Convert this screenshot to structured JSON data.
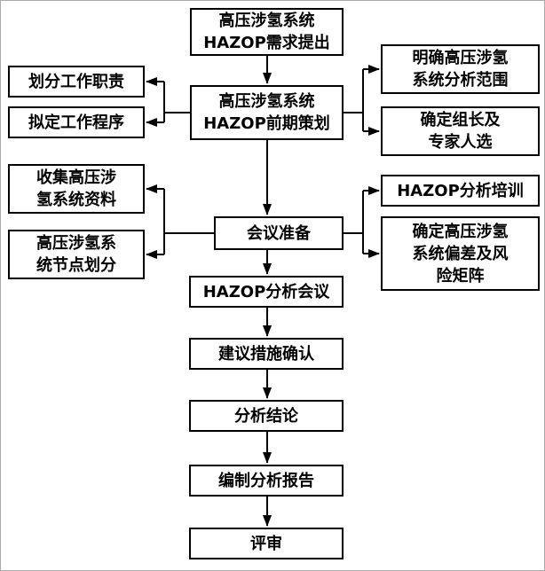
{
  "diagram_title": "HAZOP analysis workflow flowchart",
  "nodes": {
    "c1": {
      "label": "高压涉氢系统\nHAZOP需求提出"
    },
    "c2": {
      "label": "高压涉氢系统\nHAZOP前期策划"
    },
    "c3": {
      "label": "会议准备"
    },
    "c4": {
      "label": "HAZOP分析会议"
    },
    "c5": {
      "label": "建议措施确认"
    },
    "c6": {
      "label": "分析结论"
    },
    "c7": {
      "label": "编制分析报告"
    },
    "c8": {
      "label": "评审"
    },
    "l1": {
      "label": "划分工作职责"
    },
    "l2": {
      "label": "拟定工作程序"
    },
    "l3": {
      "label": "收集高压涉\n氢系统资料"
    },
    "l4": {
      "label": "高压涉氢系\n统节点划分"
    },
    "r1": {
      "label": "明确高压涉氢\n系统分析范围"
    },
    "r2": {
      "label": "确定组长及\n专家人选"
    },
    "r3": {
      "label": "HAZOP分析培训"
    },
    "r4": {
      "label": "确定高压涉氢\n系统偏差及风\n险矩阵"
    }
  },
  "edges": [
    {
      "from": "c1",
      "to": "c2"
    },
    {
      "from": "c2",
      "to": "l1"
    },
    {
      "from": "c2",
      "to": "l2"
    },
    {
      "from": "c2",
      "to": "r1"
    },
    {
      "from": "c2",
      "to": "r2"
    },
    {
      "from": "c2",
      "to": "c3"
    },
    {
      "from": "c3",
      "to": "l3"
    },
    {
      "from": "c3",
      "to": "l4"
    },
    {
      "from": "c3",
      "to": "r3"
    },
    {
      "from": "c3",
      "to": "r4"
    },
    {
      "from": "c3",
      "to": "c4"
    },
    {
      "from": "c4",
      "to": "c5"
    },
    {
      "from": "c5",
      "to": "c6"
    },
    {
      "from": "c6",
      "to": "c7"
    },
    {
      "from": "c7",
      "to": "c8"
    }
  ],
  "colors": {
    "background": "#ffffff",
    "box_border": "#000000",
    "text": "#000000",
    "arrow": "#000000"
  }
}
